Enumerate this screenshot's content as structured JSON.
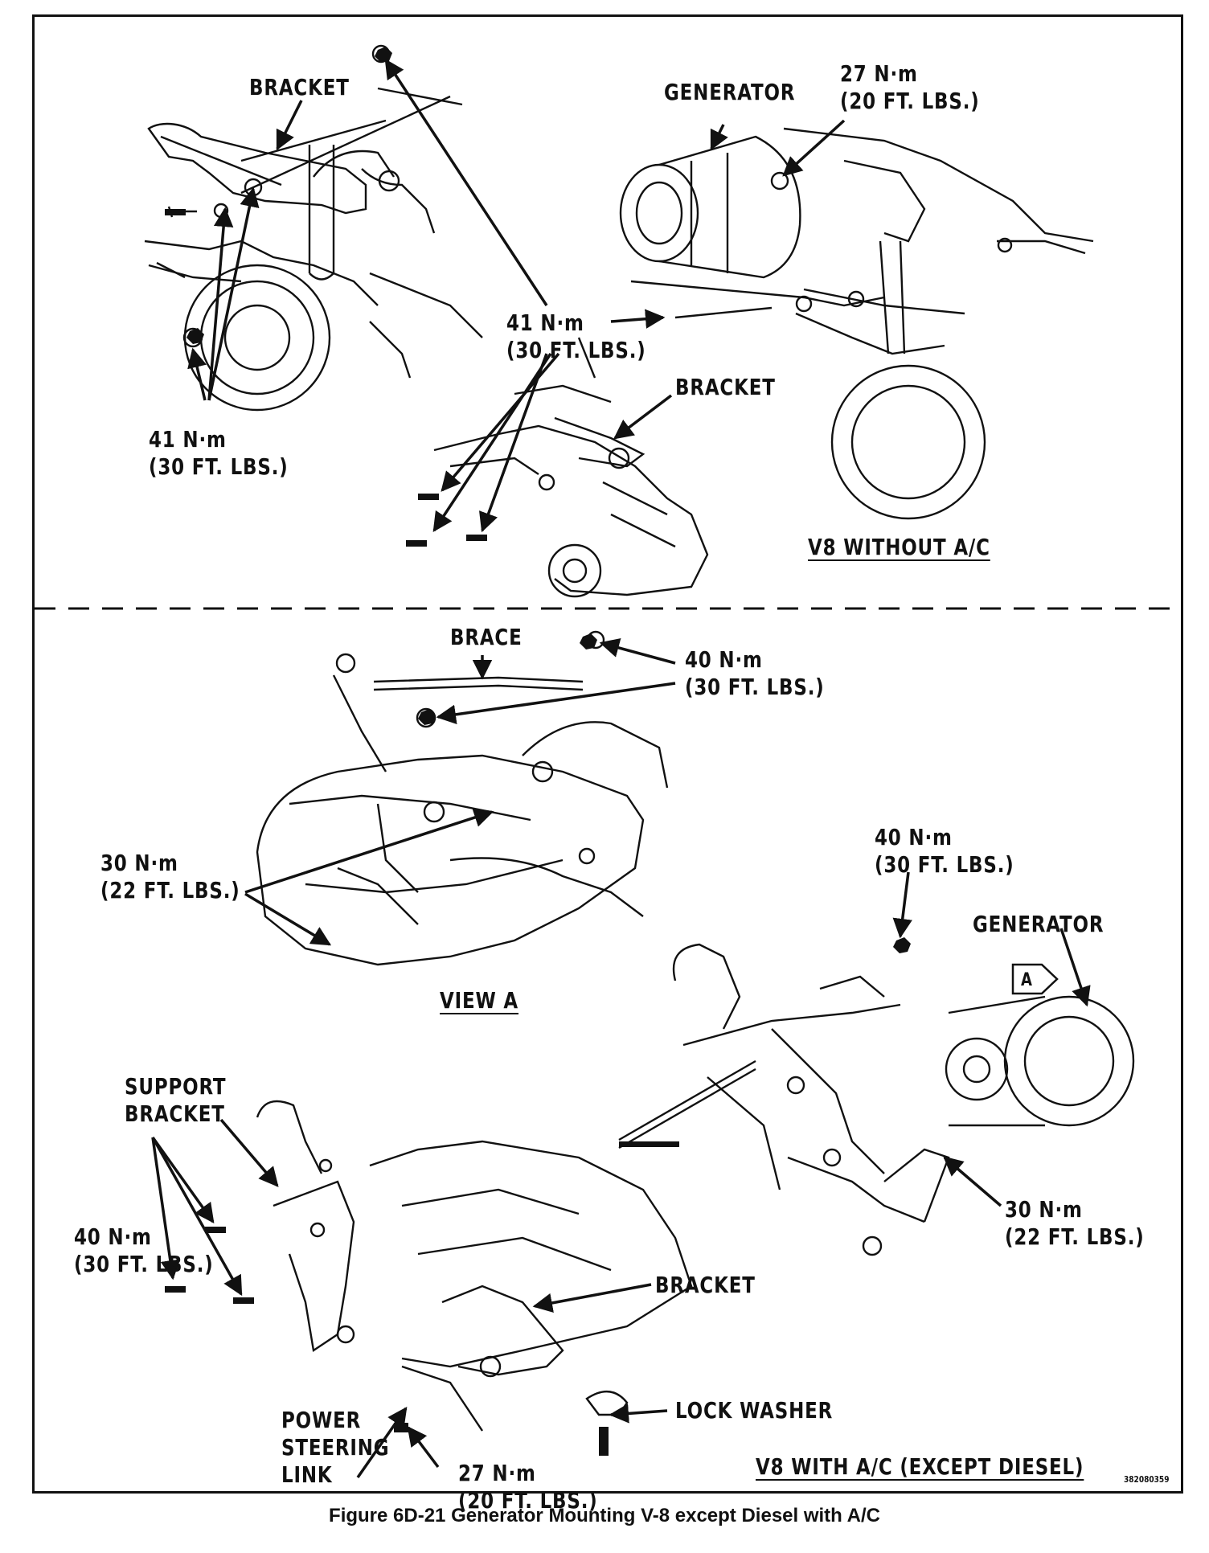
{
  "diagram": {
    "top_panel": {
      "title": "V8 WITHOUT A/C",
      "labels": {
        "bracket_upper": "BRACKET",
        "generator": "GENERATOR",
        "torque_27": "27 N·m\n(20 FT.  LBS.)",
        "torque_41_center": "41 N·m\n(30 FT.  LBS.)",
        "bracket_lower": "BRACKET",
        "torque_41_left": "41 N·m\n(30 FT.  LBS.)"
      }
    },
    "bottom_panel": {
      "title": "V8 WITH A/C (EXCEPT DIESEL)",
      "view_title": "VIEW A",
      "view_marker": "A",
      "labels": {
        "brace": "BRACE",
        "torque_40_brace": "40 N·m\n(30 FT.  LBS.)",
        "torque_30_view": "30 N·m\n(22 FT.  LBS.)",
        "torque_40_top": "40 N·m\n(30 FT.  LBS.)",
        "generator": "GENERATOR",
        "support_bracket": "SUPPORT\nBRACKET",
        "torque_40_left": "40 N·m\n(30 FT.  LBS.)",
        "torque_30_gen": "30 N·m\n(22 FT.  LBS.)",
        "bracket": "BRACKET",
        "lock_washer": "LOCK WASHER",
        "power_steering_link": "POWER\nSTEERING\nLINK",
        "torque_27": "27 N·m\n(20 FT.  LBS.)"
      }
    },
    "code": "382080359"
  },
  "caption": "Figure 6D-21 Generator Mounting V-8 except Diesel with A/C"
}
